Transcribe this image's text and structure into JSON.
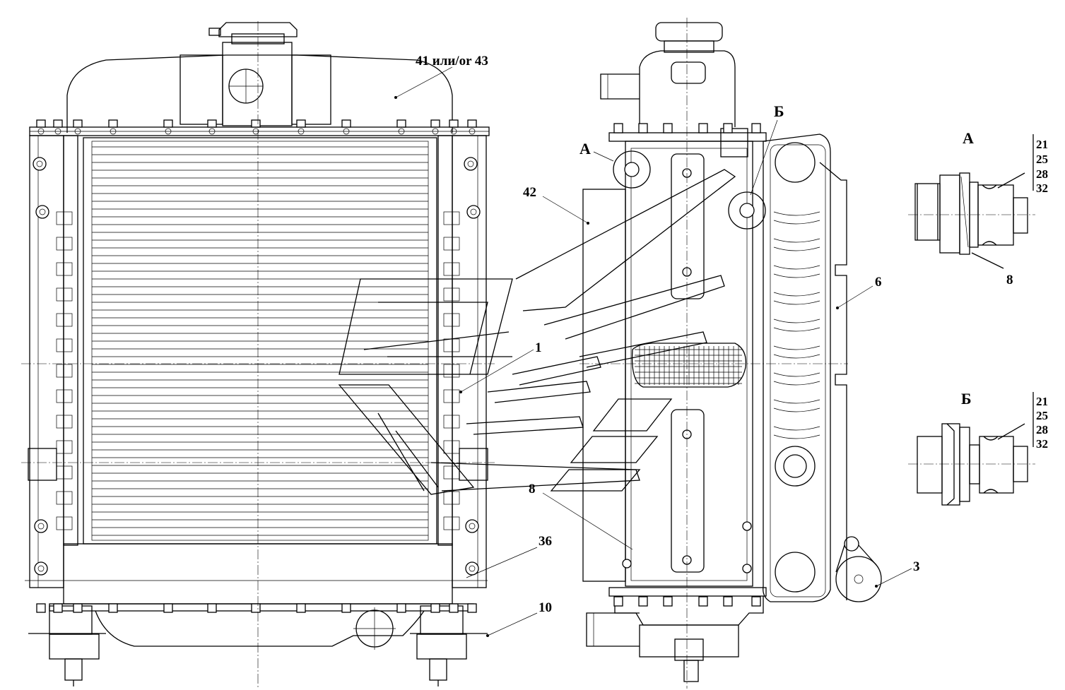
{
  "callouts": {
    "c41_43": "41 или/or 43",
    "c1": "1",
    "c36": "36",
    "c10": "10",
    "c42": "42",
    "c8_left": "8",
    "c6": "6",
    "c3": "3",
    "c8_detail": "8"
  },
  "views": {
    "view_a_marker": "А",
    "view_b_marker": "Б",
    "detail_a_title": "А",
    "detail_b_title": "Б"
  },
  "detail_a_parts": [
    "21",
    "25",
    "28",
    "32"
  ],
  "detail_b_parts": [
    "21",
    "25",
    "28",
    "32"
  ]
}
